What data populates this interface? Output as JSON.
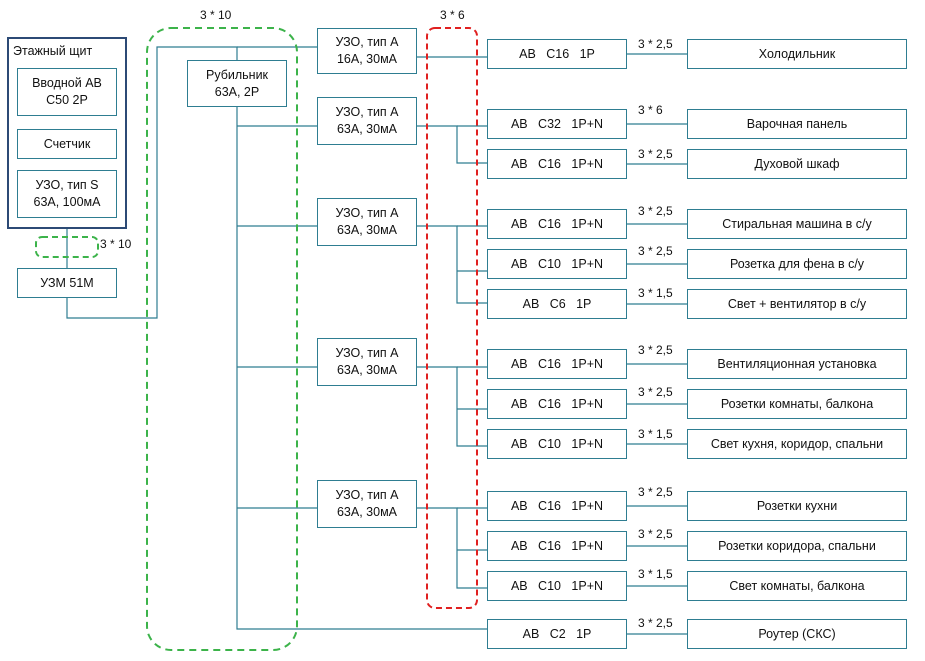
{
  "panel": {
    "title": "Этажный щит",
    "input_breaker": [
      "Вводной АВ",
      "С50 2Р"
    ],
    "meter": "Счетчик",
    "rcd": [
      "УЗО, тип S",
      "63А, 100мА"
    ],
    "cable_label": "3 * 10"
  },
  "uzm": "УЗМ 51М",
  "main_cable_label": "3 * 10",
  "switch": [
    "Рубильник",
    "63А, 2Р"
  ],
  "bus_cable_label": "3 * 6",
  "rcds": [
    [
      "УЗО, тип А",
      "16А, 30мА"
    ],
    [
      "УЗО, тип А",
      "63А, 30мА"
    ],
    [
      "УЗО, тип А",
      "63А, 30мА"
    ],
    [
      "УЗО, тип А",
      "63А, 30мА"
    ],
    [
      "УЗО, тип А",
      "63А, 30мА"
    ]
  ],
  "circuits": [
    {
      "breaker": "АВ   С16   1Р",
      "cable": "3 * 2,5",
      "load": "Холодильник"
    },
    {
      "breaker": "АВ   С32   1Р+N",
      "cable": "3 * 6",
      "load": "Варочная панель"
    },
    {
      "breaker": "АВ   С16   1Р+N",
      "cable": "3 * 2,5",
      "load": "Духовой шкаф"
    },
    {
      "breaker": "АВ   С16   1Р+N",
      "cable": "3 * 2,5",
      "load": "Стиральная машина в с/у"
    },
    {
      "breaker": "АВ   С10   1Р+N",
      "cable": "3 * 2,5",
      "load": "Розетка для фена в с/у"
    },
    {
      "breaker": "АВ   С6   1Р",
      "cable": "3 * 1,5",
      "load": "Свет + вентилятор в с/у"
    },
    {
      "breaker": "АВ   С16   1Р+N",
      "cable": "3 * 2,5",
      "load": "Вентиляционная установка"
    },
    {
      "breaker": "АВ   С16   1Р+N",
      "cable": "3 * 2,5",
      "load": "Розетки комнаты, балкона"
    },
    {
      "breaker": "АВ   С10   1Р+N",
      "cable": "3 * 1,5",
      "load": "Свет кухня, коридор, спальни"
    },
    {
      "breaker": "АВ   С16   1Р+N",
      "cable": "3 * 2,5",
      "load": "Розетки кухни"
    },
    {
      "breaker": "АВ   С16   1Р+N",
      "cable": "3 * 2,5",
      "load": "Розетки коридора, спальни"
    },
    {
      "breaker": "АВ   С10   1Р+N",
      "cable": "3 * 1,5",
      "load": "Свет комнаты, балкона"
    },
    {
      "breaker": "АВ   С2   1Р",
      "cable": "3 * 2,5",
      "load": "Роутер (СКС)"
    }
  ],
  "colors": {
    "wire": "#2e7d91",
    "panel_border": "#2c4a75",
    "green_group": "#3cb34a",
    "red_group": "#e02020"
  }
}
